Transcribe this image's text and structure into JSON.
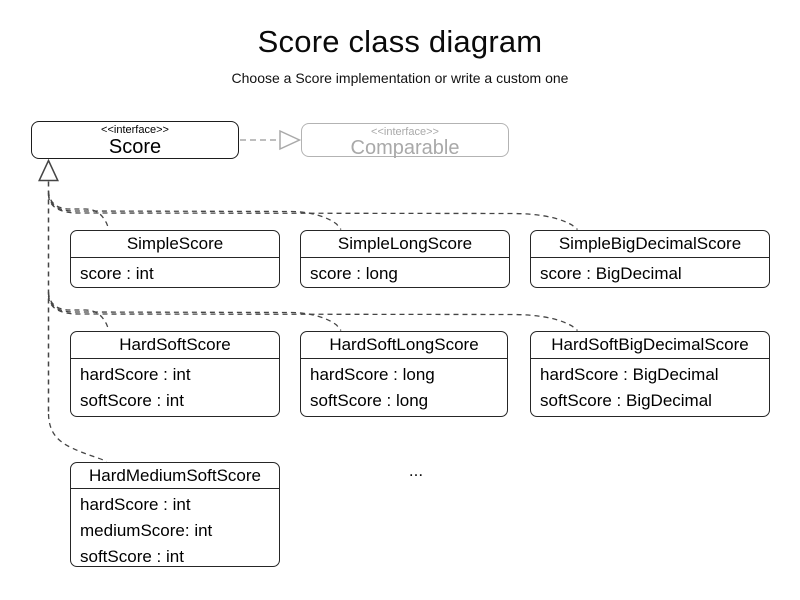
{
  "title": "Score class diagram",
  "subtitle": "Choose a Score implementation or write a custom one",
  "interfaces": {
    "score": {
      "stereotype": "<<interface>>",
      "name": "Score"
    },
    "comparable": {
      "stereotype": "<<interface>>",
      "name": "Comparable"
    }
  },
  "classes": [
    {
      "name": "SimpleScore",
      "attributes": [
        "score : int"
      ]
    },
    {
      "name": "SimpleLongScore",
      "attributes": [
        "score : long"
      ]
    },
    {
      "name": "SimpleBigDecimalScore",
      "attributes": [
        "score : BigDecimal"
      ]
    },
    {
      "name": "HardSoftScore",
      "attributes": [
        "hardScore : int",
        "softScore : int"
      ]
    },
    {
      "name": "HardSoftLongScore",
      "attributes": [
        "hardScore : long",
        "softScore : long"
      ]
    },
    {
      "name": "HardSoftBigDecimalScore",
      "attributes": [
        "hardScore : BigDecimal",
        "softScore : BigDecimal"
      ]
    },
    {
      "name": "HardMediumSoftScore",
      "attributes": [
        "hardScore : int",
        "mediumScore: int",
        "softScore : int"
      ]
    }
  ],
  "ellipsis": "...",
  "colors": {
    "connector": "#454545",
    "box_border": "#262626",
    "muted_gray": "#a9a9a9",
    "background": "#ffffff",
    "text": "#000000"
  }
}
